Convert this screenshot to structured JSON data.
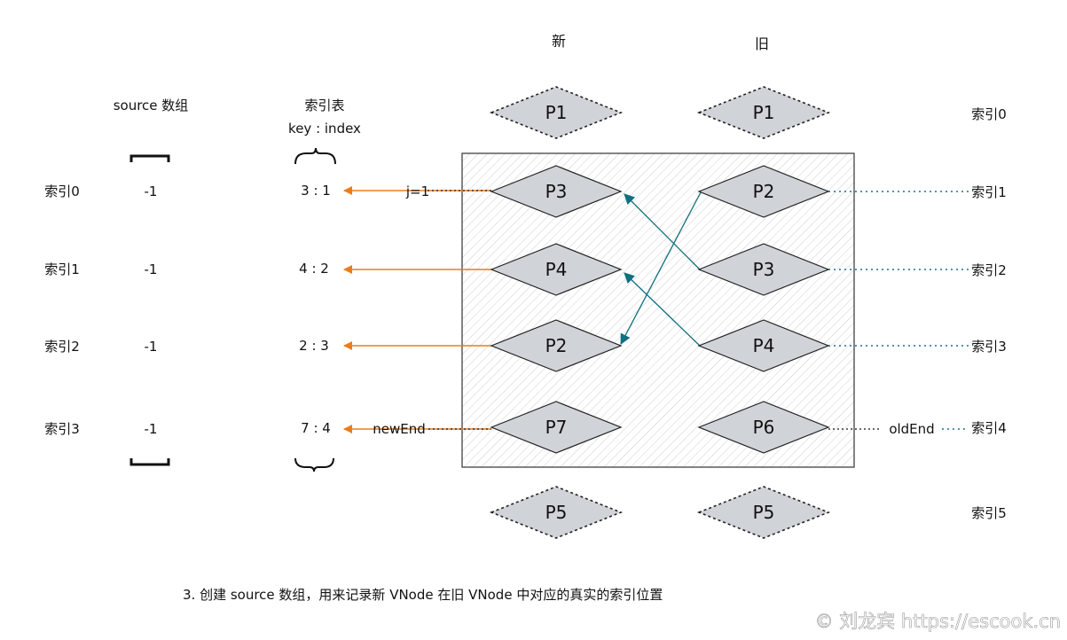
{
  "headers": {
    "new": "新",
    "old": "旧",
    "source": "source 数组",
    "keyindex_title": "索引表",
    "keyindex_sub": "key : index"
  },
  "left_indices": [
    "索引0",
    "索引1",
    "索引2",
    "索引3"
  ],
  "source_values": [
    "-1",
    "-1",
    "-1",
    "-1"
  ],
  "keyindex_entries": [
    "3 : 1",
    "4 : 2",
    "2 : 3",
    "7 : 4"
  ],
  "new_nodes": [
    "P1",
    "P3",
    "P4",
    "P2",
    "P7",
    "P5"
  ],
  "old_nodes": [
    "P1",
    "P2",
    "P3",
    "P4",
    "P6",
    "P5"
  ],
  "right_indices": [
    "索引0",
    "索引1",
    "索引2",
    "索引3",
    "索引4",
    "索引5"
  ],
  "pointers": {
    "j": "j=1",
    "new_end": "newEnd",
    "old_end": "oldEnd"
  },
  "caption": "3. 创建 source 数组，用来记录新 VNode 在旧 VNode 中对应的真实的索引位置",
  "watermark": "© 刘龙宾 https://escook.cn",
  "colors": {
    "node_fill": "#d0d3d8",
    "node_stroke": "#222222",
    "arrow_orange": "#ec7b1a",
    "arrow_teal": "#11707f",
    "dotted_blue": "#1f6e8c",
    "hatch": "#c8c8c8"
  }
}
